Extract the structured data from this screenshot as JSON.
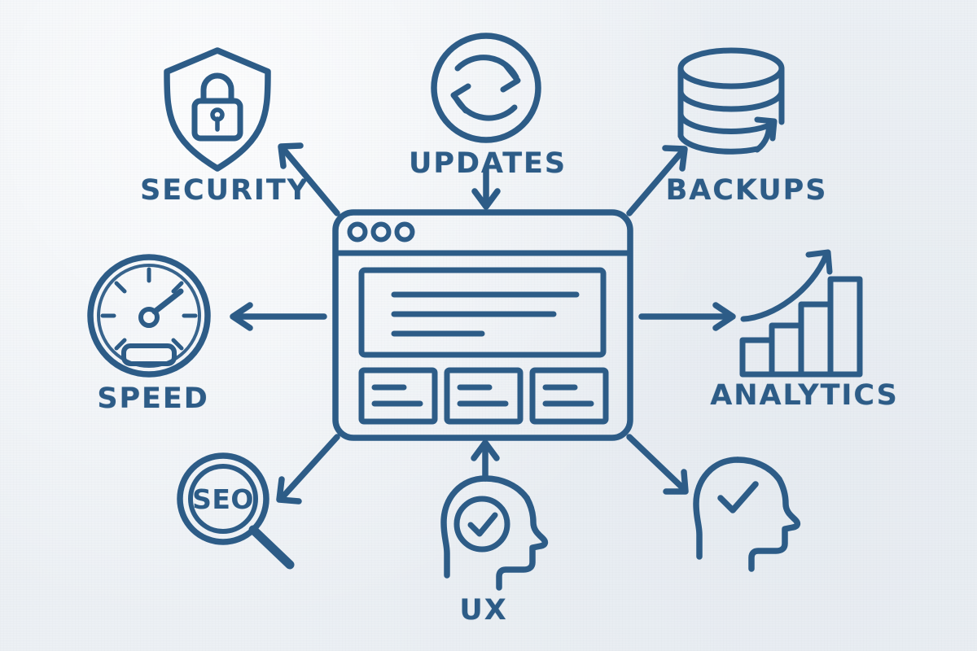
{
  "meta": {
    "theme_color": "#2d5c87",
    "background_color": "#ecf0f4",
    "style": "hand-drawn line-art infographic"
  },
  "diagram": {
    "center": {
      "name": "website-browser-window",
      "icon": "browser-window-icon",
      "label": "",
      "parts": {
        "titlebar_dots": 3,
        "hero_lines": 3,
        "cards": 3,
        "card_lines": 2
      }
    },
    "spokes": [
      {
        "id": "security",
        "label": "SECURITY",
        "icon": "shield-lock-icon",
        "arrow": "arrow-up-left",
        "position": "top-left"
      },
      {
        "id": "updates",
        "label": "UPDATES",
        "icon": "refresh-sync-circle-icon",
        "arrow": "arrow-down",
        "position": "top-center"
      },
      {
        "id": "backups",
        "label": "BACKUPS",
        "icon": "database-restore-icon",
        "arrow": "arrow-up-right",
        "position": "top-right"
      },
      {
        "id": "speed",
        "label": "SPEED",
        "icon": "speedometer-gauge-icon",
        "arrow": "arrow-left",
        "position": "middle-left"
      },
      {
        "id": "analytics",
        "label": "ANALYTICS",
        "icon": "bar-chart-growth-icon",
        "arrow": "arrow-right",
        "position": "middle-right"
      },
      {
        "id": "seo",
        "label": "",
        "icon": "magnifier-seo-icon",
        "icon_text": "SEO",
        "arrow": "arrow-down-left",
        "position": "bottom-left"
      },
      {
        "id": "ux",
        "label": "UX",
        "icon": "head-profile-check-circle-icon",
        "arrow": "arrow-up",
        "position": "bottom-center"
      },
      {
        "id": "accessibility",
        "label": "",
        "icon": "head-profile-check-icon",
        "arrow": "arrow-down-right",
        "position": "bottom-right"
      }
    ]
  }
}
